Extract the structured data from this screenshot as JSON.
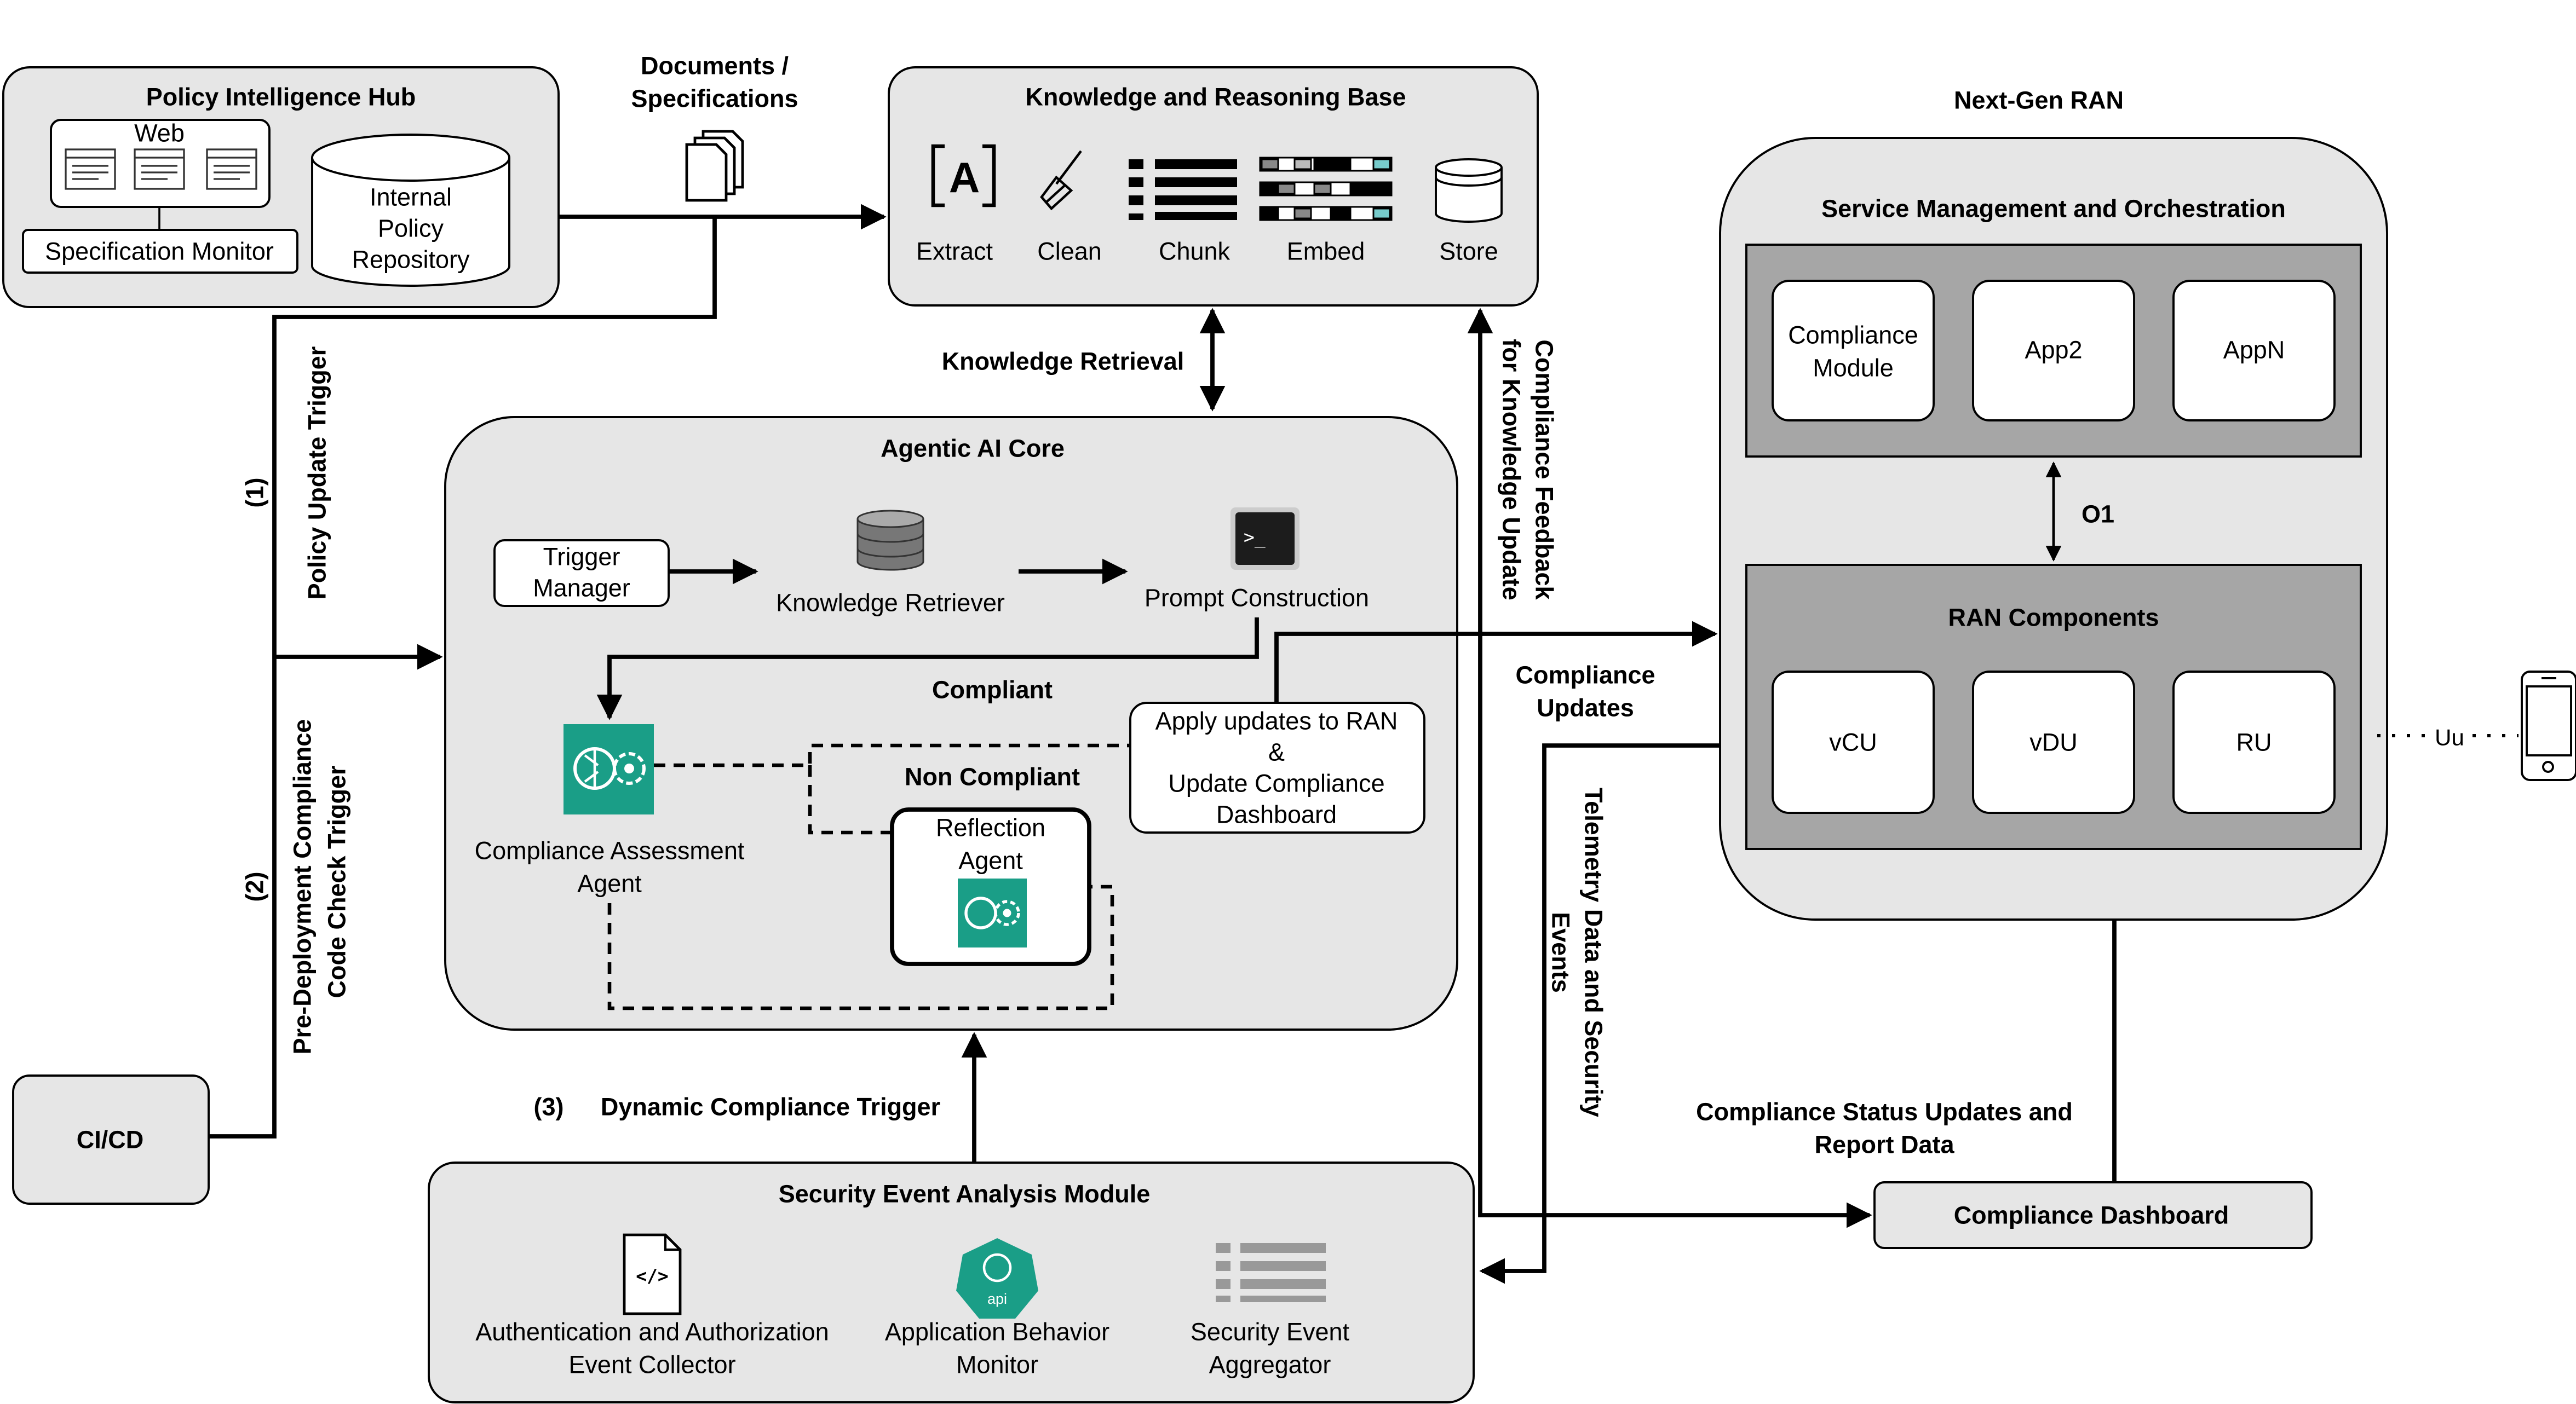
{
  "policy_hub": {
    "title": "Policy Intelligence Hub",
    "web_label": "Web",
    "spec_monitor": "Specification Monitor",
    "repository_lines": [
      "Internal",
      "Policy",
      "Repository"
    ]
  },
  "documents_label_lines": [
    "Documents /",
    "Specifications"
  ],
  "knowledge_base": {
    "title": "Knowledge and Reasoning Base",
    "steps": [
      "Extract",
      "Clean",
      "Chunk",
      "Embed",
      "Store"
    ],
    "extract_icon_letter": "A"
  },
  "knowledge_retrieval_label": "Knowledge Retrieval",
  "policy_trigger": {
    "number": "(1)",
    "label": "Policy Update Trigger"
  },
  "predeploy_trigger": {
    "number": "(2)",
    "lines": [
      "Pre-Deployment Compliance",
      "Code Check Trigger"
    ]
  },
  "dynamic_trigger": {
    "number": "(3)",
    "label": "Dynamic Compliance Trigger"
  },
  "agentic_core": {
    "title": "Agentic AI Core",
    "trigger_manager_lines": [
      "Trigger",
      "Manager"
    ],
    "knowledge_retriever": "Knowledge Retriever",
    "prompt_construction": "Prompt Construction",
    "prompt_icon_glyph": ">_",
    "compliant_label": "Compliant",
    "non_compliant_label": "Non Compliant",
    "apply_updates_lines": [
      "Apply updates to RAN",
      "&",
      "Update Compliance",
      "Dashboard"
    ],
    "assessment_agent_lines": [
      "Compliance Assessment",
      "Agent"
    ],
    "reflection_agent_lines": [
      "Reflection",
      "Agent"
    ]
  },
  "cicd_label": "CI/CD",
  "security_module": {
    "title": "Security Event Analysis Module",
    "collector_lines": [
      "Authentication and Authorization",
      "Event Collector"
    ],
    "behavior_lines": [
      "Application Behavior",
      "Monitor"
    ],
    "aggregator_lines": [
      "Security Event",
      "Aggregator"
    ],
    "api_badge": "api",
    "code_glyph": "</>"
  },
  "feedback_label_lines": [
    "Compliance Feedback",
    "for Knowledge Update"
  ],
  "compliance_updates_lines": [
    "Compliance",
    "Updates"
  ],
  "telemetry_lines": [
    "Telemetry Data and Security",
    "Events"
  ],
  "status_updates_lines": [
    "Compliance Status Updates and",
    "Report Data"
  ],
  "compliance_dashboard": "Compliance Dashboard",
  "ran": {
    "title": "Next-Gen RAN",
    "smo_title": "Service Management and Orchestration",
    "apps": [
      [
        "Compliance",
        "Module"
      ],
      [
        "App2"
      ],
      [
        "AppN"
      ]
    ],
    "o1_label": "O1",
    "components_title": "RAN Components",
    "components": [
      "vCU",
      "vDU",
      "RU"
    ],
    "uu_label": "Uu"
  },
  "colors": {
    "box_fill": "#e6e6e6",
    "dark_fill": "#a6a6a6",
    "agent_teal": "#1a9e87"
  }
}
